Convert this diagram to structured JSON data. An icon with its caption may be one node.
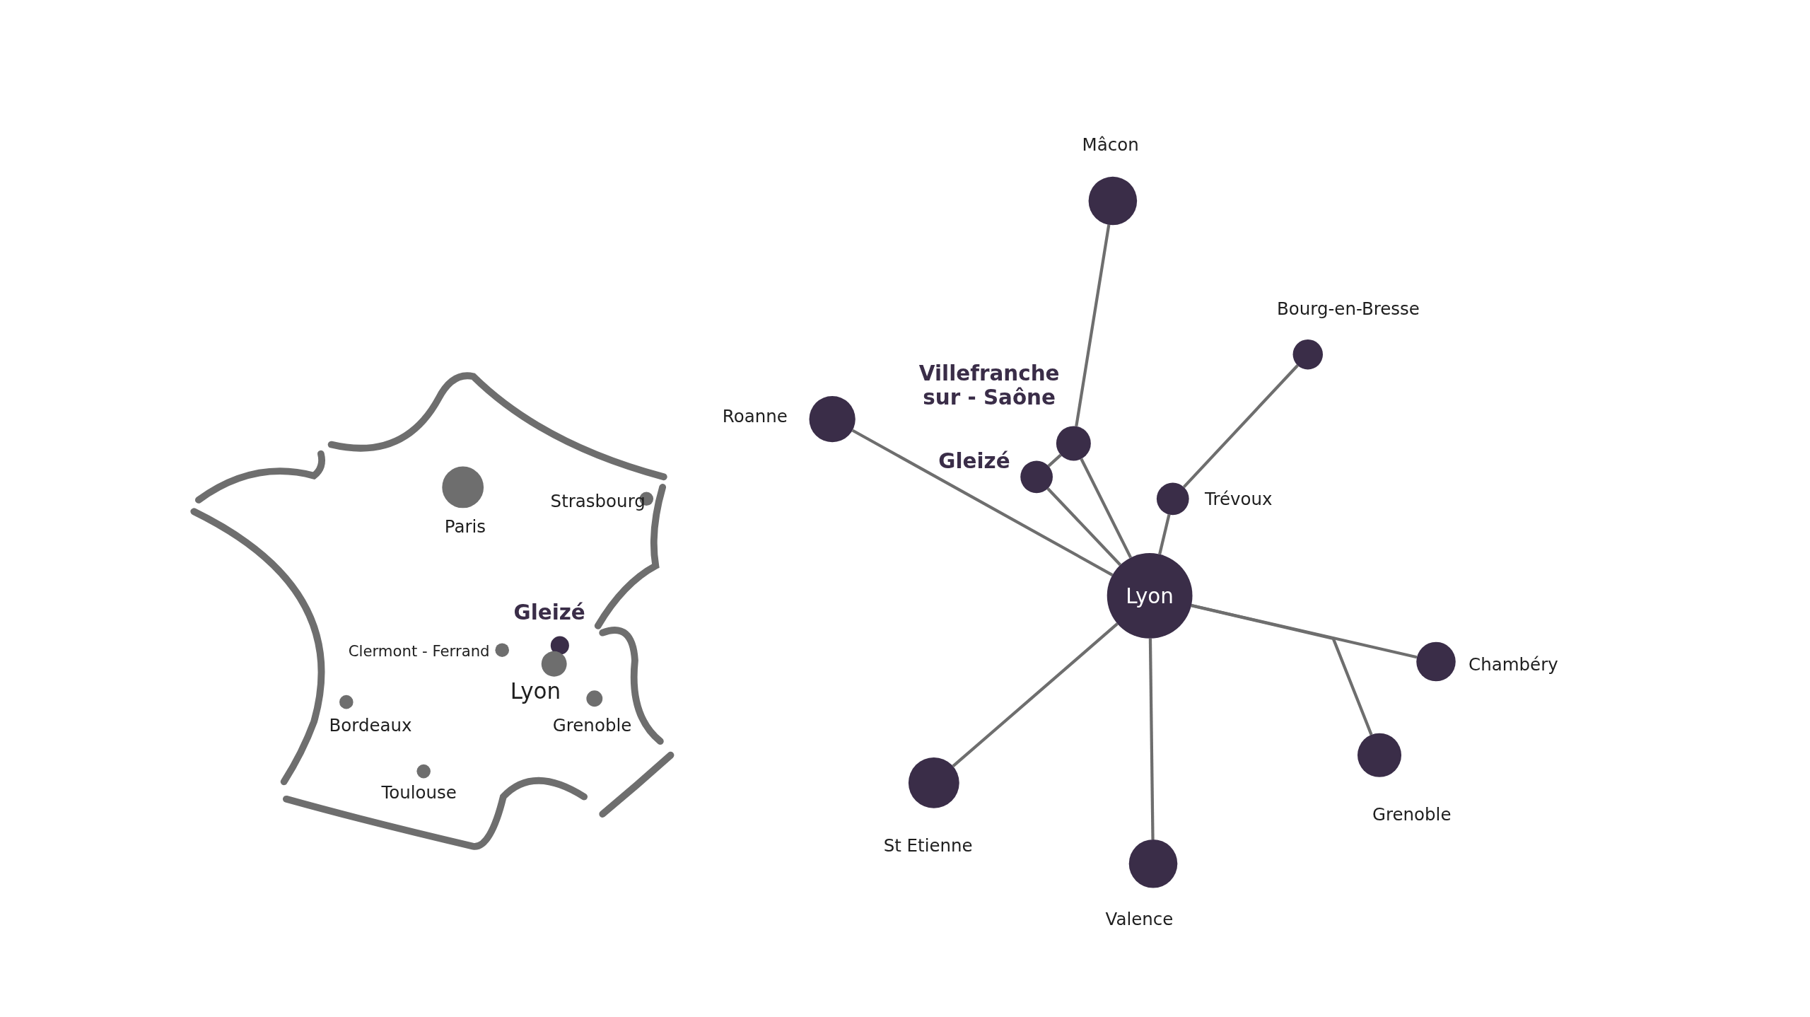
{
  "diagram": {
    "nodes": [
      {
        "text": [],
        "shape": "circle",
        "beside": [
          "Mâcon"
        ]
      },
      {
        "text": [],
        "shape": "circle",
        "beside": [
          "Bourg-en-Bresse"
        ]
      },
      {
        "text": [],
        "shape": "circle",
        "beside": [
          "Villefranche sur - Saône"
        ]
      },
      {
        "text": [],
        "shape": "circle",
        "beside": [
          "Roanne"
        ]
      },
      {
        "text": [],
        "shape": "circle",
        "beside": [
          "Gleizé"
        ]
      },
      {
        "text": [],
        "shape": "circle",
        "beside": [
          "Trévoux"
        ]
      },
      {
        "text": [
          "Lyon"
        ]
      },
      {
        "text": [],
        "shape": "circle",
        "beside": [
          "Chambéry"
        ]
      },
      {
        "text": [],
        "shape": "circle",
        "beside": [
          "Grenoble"
        ]
      },
      {
        "text": [],
        "shape": "circle",
        "beside": [
          "St Etienne"
        ]
      },
      {
        "text": [],
        "shape": "circle",
        "beside": [
          "Valence"
        ]
      }
    ],
    "edges": [
      {
        "from": 0,
        "to": 2,
        "arrow": "none"
      },
      {
        "from": 2,
        "to": 6,
        "arrow": "none"
      },
      {
        "from": 4,
        "to": 2,
        "arrow": "none"
      },
      {
        "from": 4,
        "to": 6,
        "arrow": "none"
      },
      {
        "from": 3,
        "to": 6,
        "arrow": "none"
      },
      {
        "from": 1,
        "to": 5,
        "arrow": "none"
      },
      {
        "from": 5,
        "to": 6,
        "arrow": "none"
      },
      {
        "from": 6,
        "to": 7,
        "arrow": "none"
      },
      {
        "from": 6,
        "to": 8,
        "arrow": "none"
      },
      {
        "from": 6,
        "to": 9,
        "arrow": "none"
      },
      {
        "from": 6,
        "to": 10,
        "arrow": "none"
      }
    ],
    "labels": [
      "Paris",
      "Strasbourg",
      "Gleizé",
      "Clermont - Ferrand",
      "Lyon",
      "Bordeaux",
      "Grenoble",
      "Toulouse"
    ]
  }
}
